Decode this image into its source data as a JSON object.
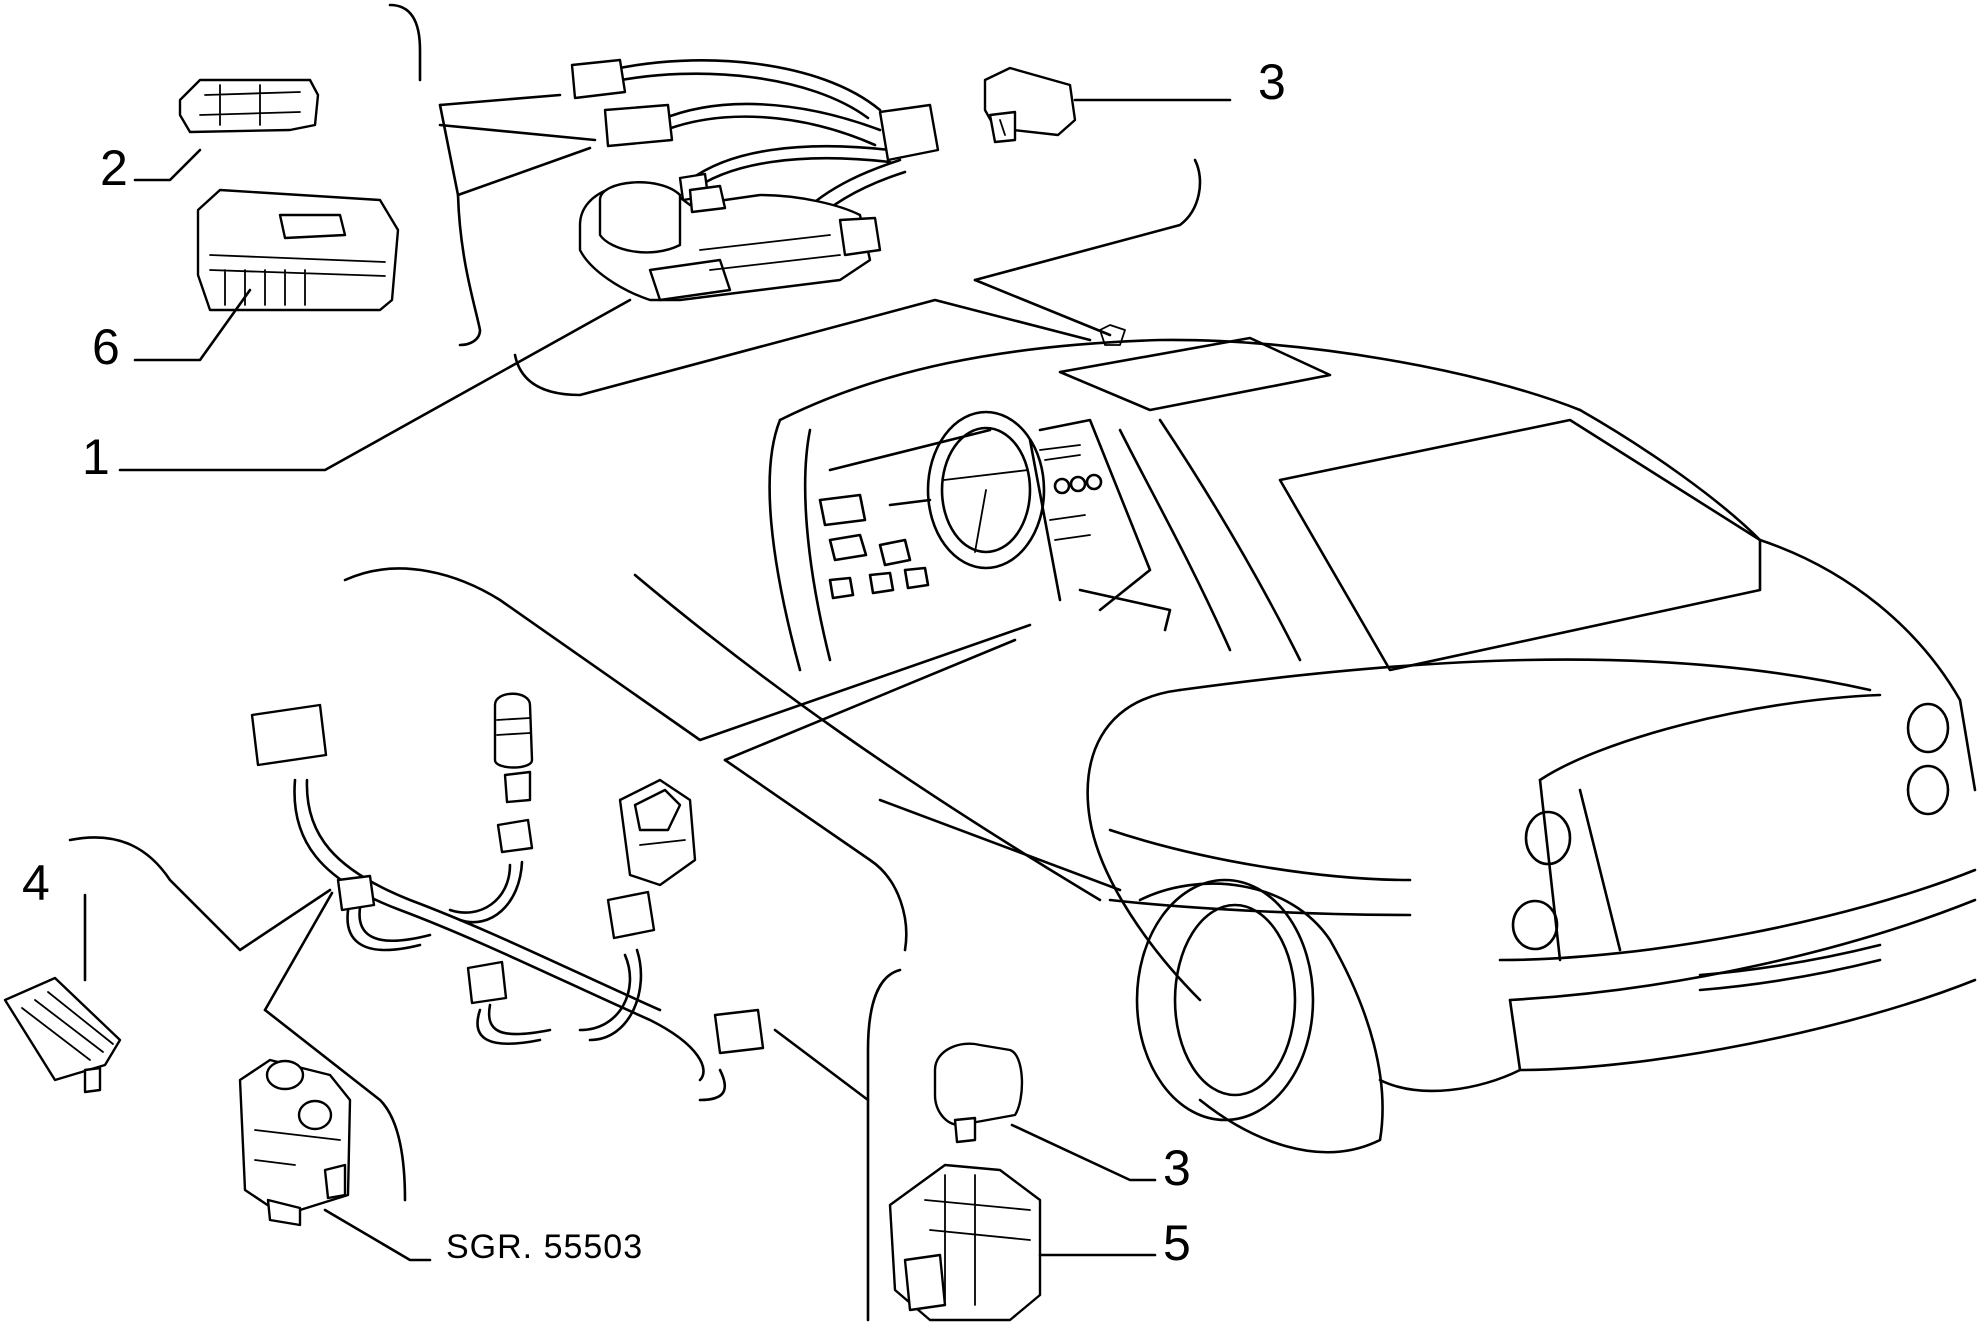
{
  "callouts": {
    "c1": "1",
    "c2": "2",
    "c3a": "3",
    "c3b": "3",
    "c4": "4",
    "c5": "5",
    "c6": "6",
    "ref": "SGR. 55503"
  }
}
